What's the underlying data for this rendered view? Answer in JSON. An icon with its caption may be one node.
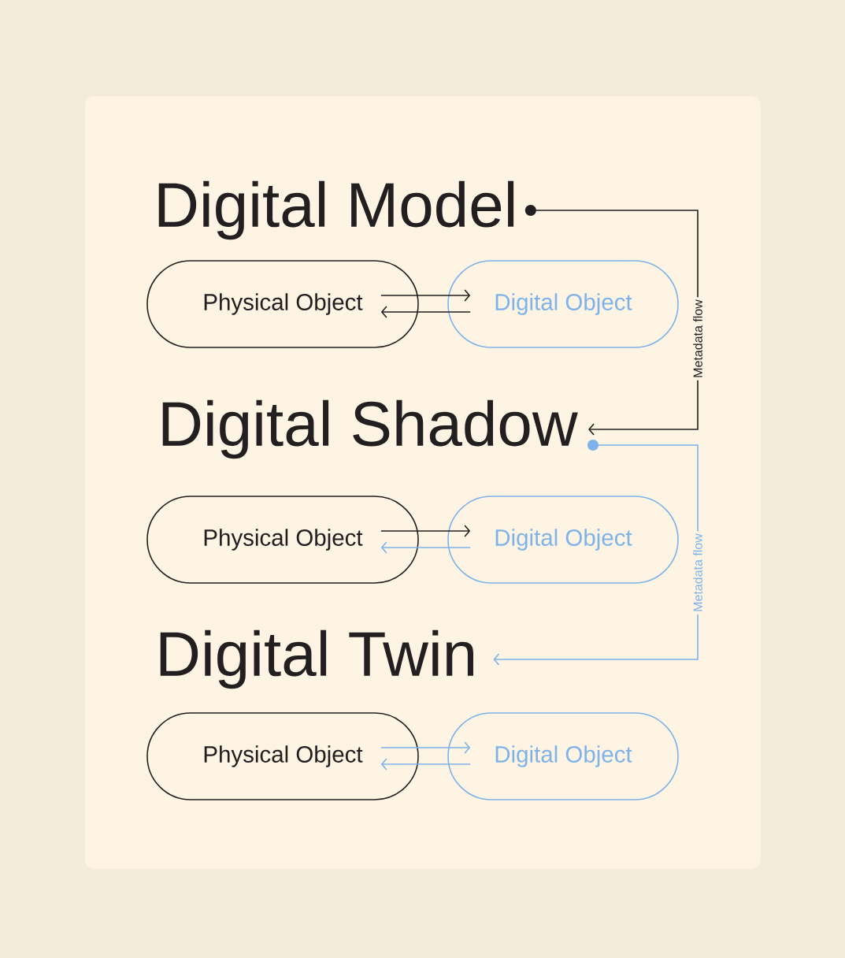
{
  "diagram": {
    "nodes": [
      {
        "text": [
          "Digital Model"
        ]
      },
      {
        "text": [
          "Physical Object"
        ]
      },
      {
        "text": [
          "Digital Object"
        ]
      },
      {
        "text": [
          "Digital Shadow"
        ]
      },
      {
        "text": [
          "Physical Object"
        ]
      },
      {
        "text": [
          "Digital Object"
        ]
      },
      {
        "text": [
          "Digital Twin"
        ]
      },
      {
        "text": [
          "Physical Object"
        ]
      },
      {
        "text": [
          "Digital Object"
        ]
      }
    ],
    "edges": [
      {
        "from": 1,
        "to": 2,
        "arrow": "to",
        "color": "#231f20"
      },
      {
        "from": 2,
        "to": 1,
        "arrow": "to",
        "color": "#231f20"
      },
      {
        "from": 4,
        "to": 5,
        "arrow": "to",
        "color": "#231f20"
      },
      {
        "from": 5,
        "to": 4,
        "arrow": "to",
        "color": "#7fb2e8"
      },
      {
        "from": 7,
        "to": 8,
        "arrow": "to",
        "color": "#7fb2e8"
      },
      {
        "from": 8,
        "to": 7,
        "arrow": "to",
        "color": "#7fb2e8"
      },
      {
        "from": 0,
        "to": 3,
        "arrow": "to",
        "label": "Metadata flow",
        "color": "#231f20"
      },
      {
        "from": 3,
        "to": 6,
        "arrow": "to",
        "label": "Metadata flow",
        "color": "#7fb2e8"
      }
    ]
  }
}
